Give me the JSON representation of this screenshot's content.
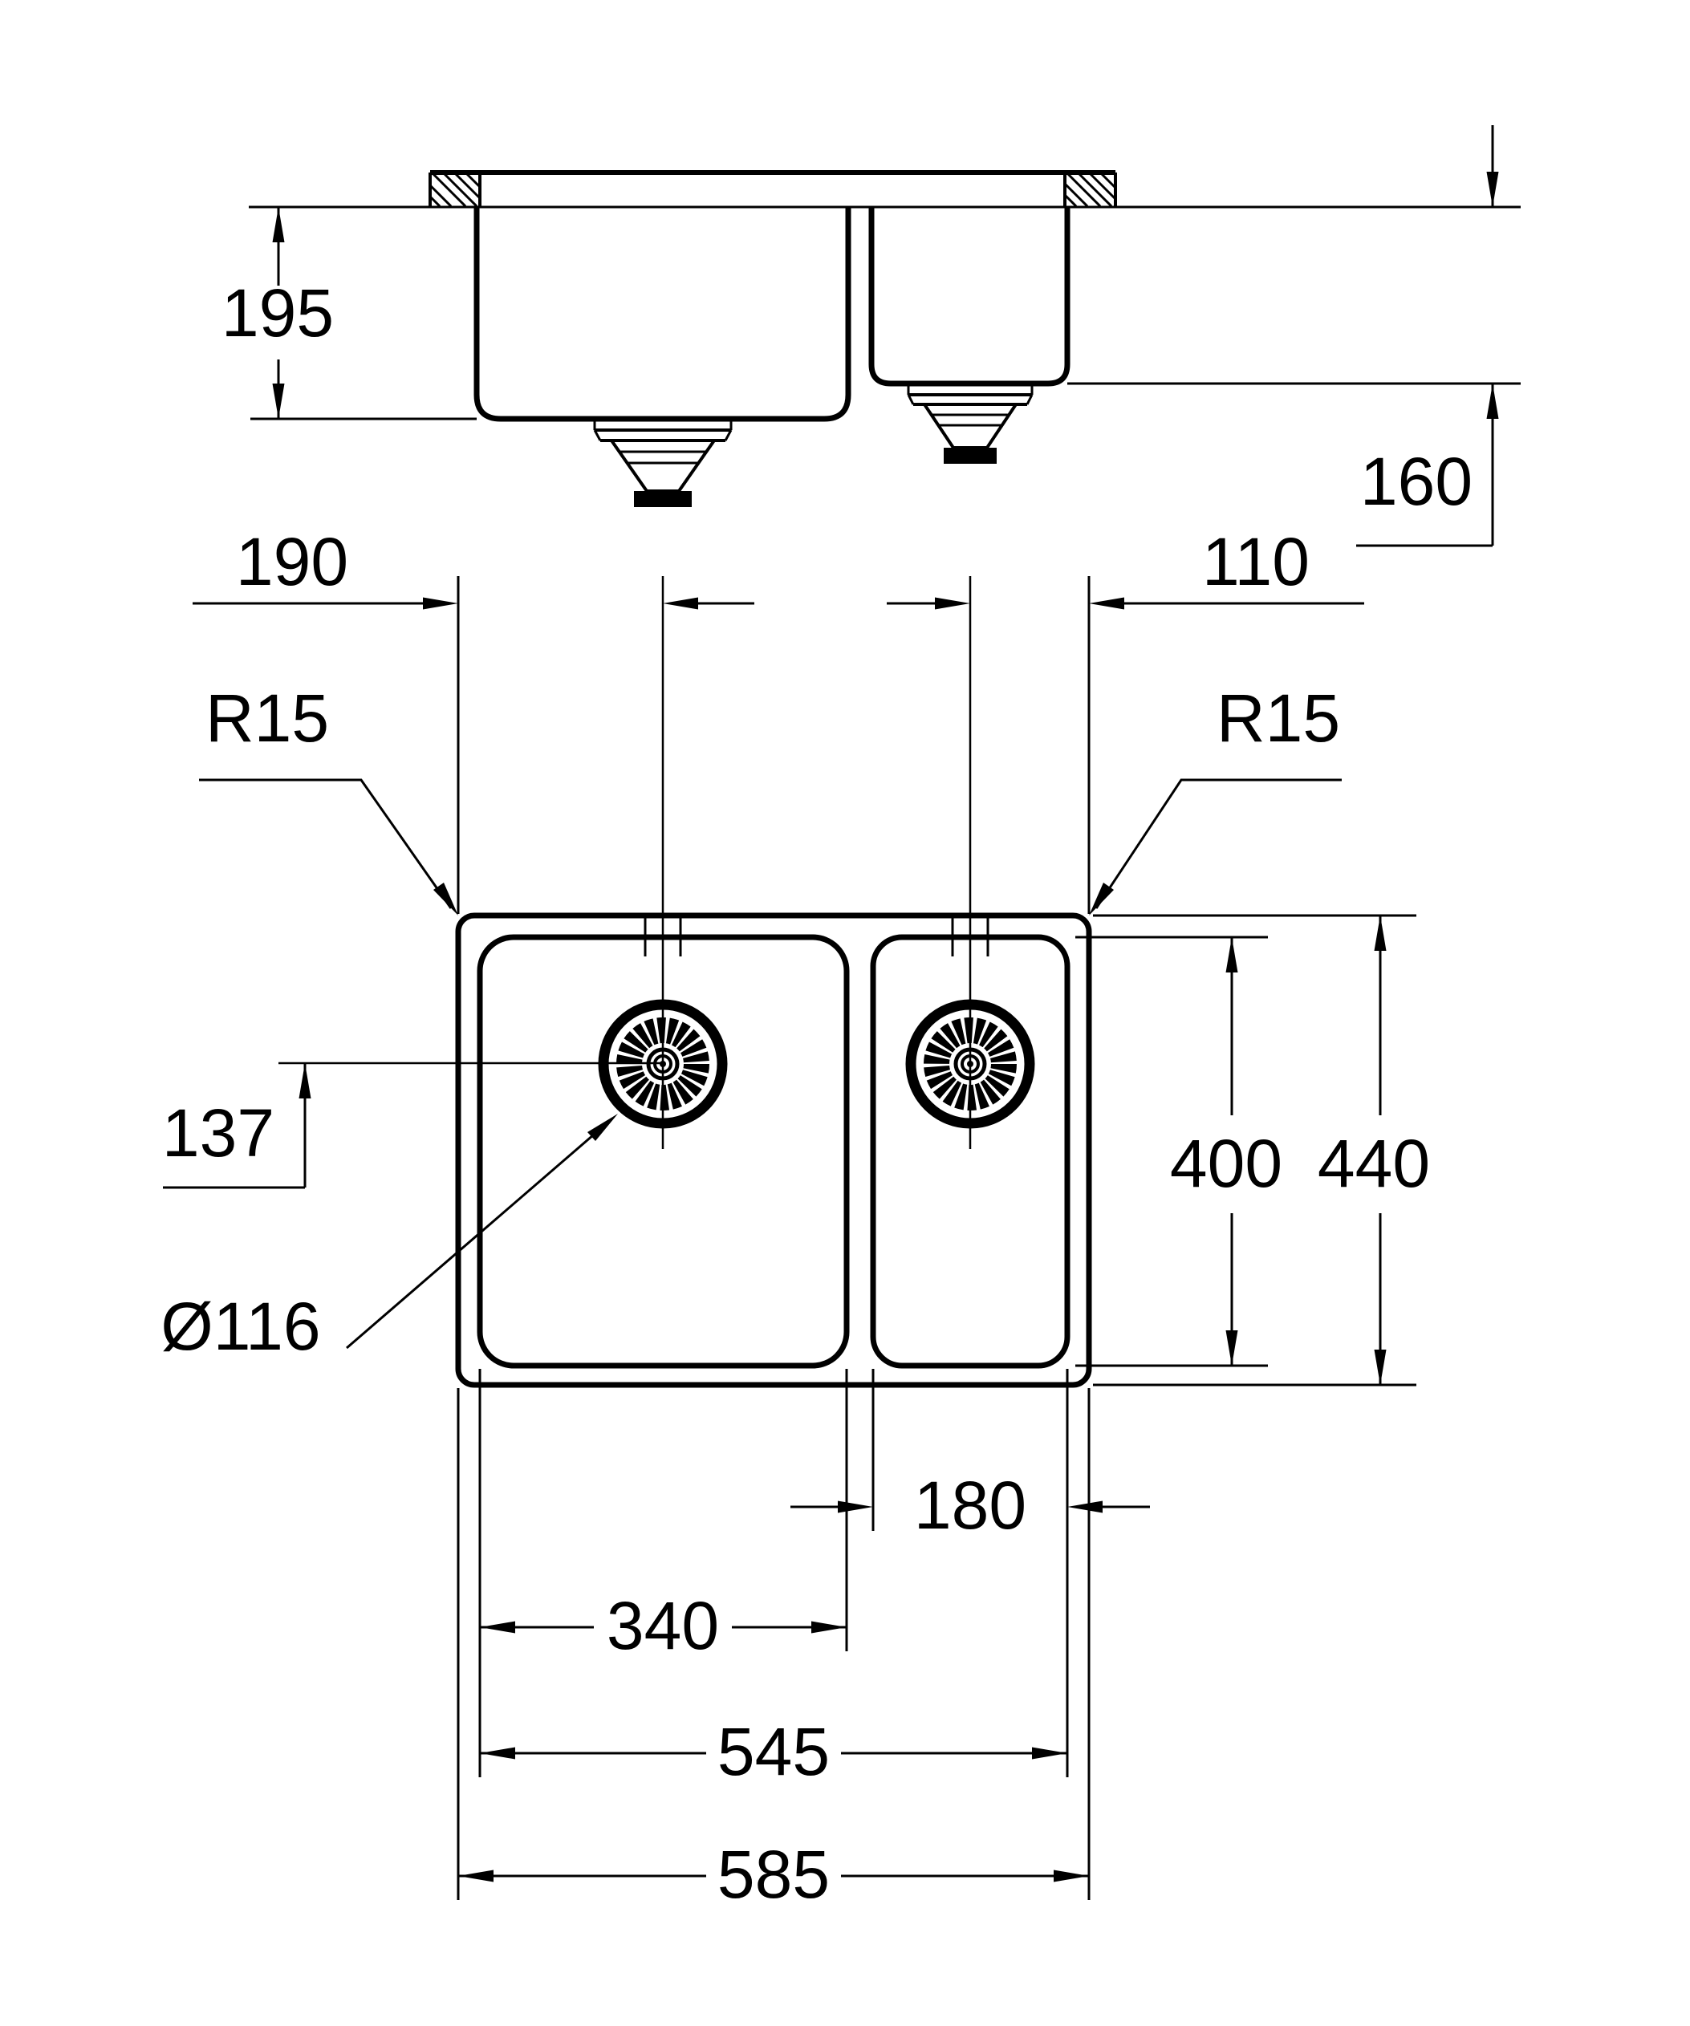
{
  "drawing": {
    "type": "technical-dimension-drawing",
    "subject": "undermount double-bowl kitchen sink, side section and plan view",
    "units": "mm",
    "line_color": "#000000",
    "background_color": "#ffffff"
  },
  "labels": {
    "d195": "195",
    "d160": "160",
    "d190": "190",
    "d110": "110",
    "r15_left": "R15",
    "r15_right": "R15",
    "d137": "137",
    "dia116": "Ø116",
    "d400": "400",
    "d440": "440",
    "d180": "180",
    "d340": "340",
    "d545": "545",
    "d585": "585"
  },
  "dimensions_summary": {
    "main_bowl_depth": 195,
    "small_bowl_depth": 160,
    "main_drain_offset_from_left_edge": 190,
    "small_drain_offset_from_right_edge": 110,
    "corner_radius": "R15",
    "drain_center_from_top_edge": 137,
    "drain_diameter": 116,
    "bowl_inner_depth_front_back": 400,
    "overall_depth": 440,
    "small_bowl_width": 180,
    "main_bowl_width": 340,
    "bowls_outer_span": 545,
    "overall_width": 585
  }
}
